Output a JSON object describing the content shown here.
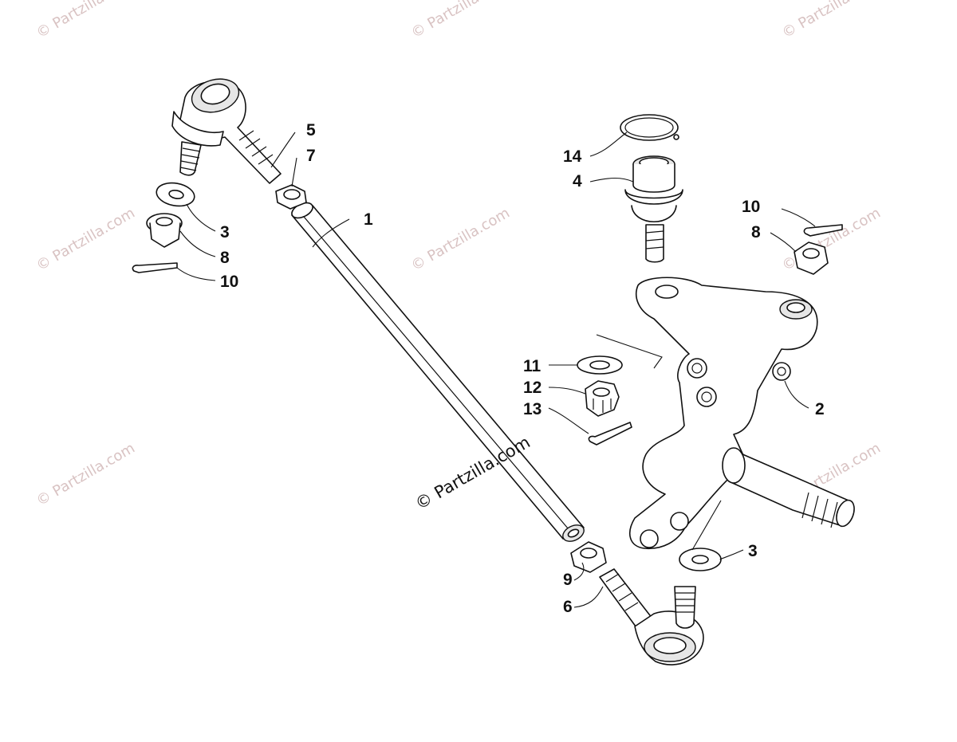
{
  "watermark": {
    "text": "© Partzilla.com",
    "color": "#d9c3c3"
  },
  "center_watermark": {
    "text": "© Partzilla.com",
    "color": "#111111"
  },
  "callouts": {
    "c1": "1",
    "c2": "2",
    "c3a": "3",
    "c3b": "3",
    "c4": "4",
    "c5": "5",
    "c6": "6",
    "c7": "7",
    "c8a": "8",
    "c8b": "8",
    "c9": "9",
    "c10a": "10",
    "c10b": "10",
    "c11": "11",
    "c12": "12",
    "c13": "13",
    "c14": "14"
  }
}
